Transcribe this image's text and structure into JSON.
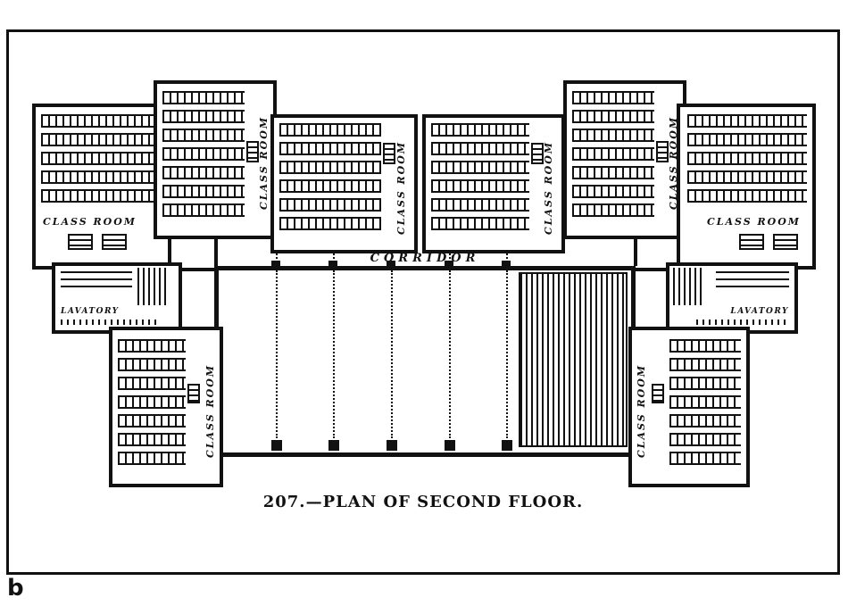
{
  "figure": {
    "caption": "207.—PLAN OF SECOND FLOOR.",
    "subfigure_label": "b"
  },
  "labels": {
    "class_room": "CLASS ROOM",
    "corridor": "CORRIDOR",
    "lavatory": "LAVATORY"
  },
  "colors": {
    "ink": "#111111",
    "paper": "#ffffff"
  }
}
